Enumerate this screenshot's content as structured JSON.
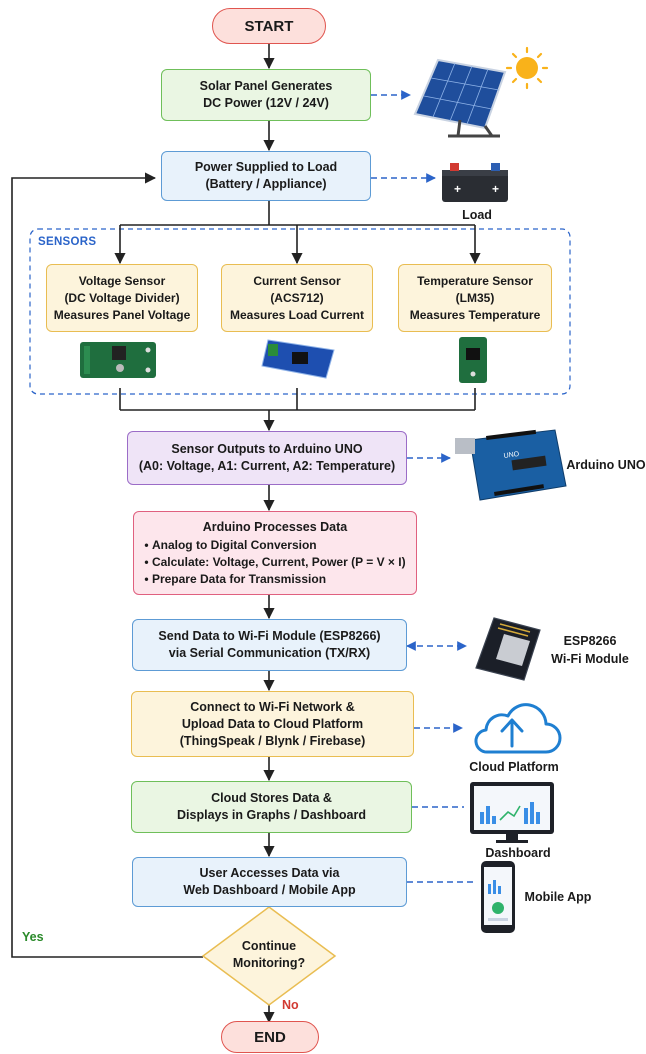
{
  "flow": {
    "start": "START",
    "end": "END",
    "solar": [
      "Solar Panel Generates",
      "DC Power (12V / 24V)"
    ],
    "power": [
      "Power Supplied to Load",
      "(Battery / Appliance)"
    ],
    "sensors_title": "SENSORS",
    "voltage": [
      "Voltage Sensor",
      "(DC Voltage Divider)",
      "Measures Panel Voltage"
    ],
    "current": [
      "Current Sensor",
      "(ACS712)",
      "Measures Load Current"
    ],
    "temperature": [
      "Temperature Sensor",
      "(LM35)",
      "Measures Temperature"
    ],
    "arduino_in": [
      "Sensor Outputs to Arduino UNO",
      "(A0: Voltage, A1: Current, A2: Temperature)"
    ],
    "process_title": "Arduino Processes Data",
    "process_items": [
      "Analog to Digital Conversion",
      "Calculate: Voltage, Current, Power (P = V × I)",
      "Prepare Data for Transmission"
    ],
    "wifi_send": [
      "Send Data to Wi-Fi Module (ESP8266)",
      "via Serial Communication (TX/RX)"
    ],
    "connect": [
      "Connect to Wi-Fi Network &",
      "Upload Data to Cloud Platform",
      "(ThingSpeak / Blynk / Firebase)"
    ],
    "cloud_store": [
      "Cloud Stores Data &",
      "Displays in Graphs / Dashboard"
    ],
    "user": [
      "User Accesses Data via",
      "Web Dashboard / Mobile App"
    ],
    "decision": [
      "Continue",
      "Monitoring?"
    ],
    "yes": "Yes",
    "no": "No"
  },
  "side_labels": {
    "load": "Load",
    "arduino": "Arduino UNO",
    "esp": [
      "ESP8266",
      "Wi-Fi Module"
    ],
    "cloud": "Cloud Platform",
    "dashboard": "Dashboard",
    "mobile": "Mobile App"
  },
  "colors": {
    "arrow": "#222222",
    "dashed": "#2b64c9",
    "terminal": "#e0554f",
    "decision_fill": "#fdf4dc",
    "decision_stroke": "#e9bd52"
  },
  "icons": [
    "sun-icon",
    "solar-panel-icon",
    "battery-icon",
    "voltage-sensor-board-icon",
    "current-sensor-board-icon",
    "temperature-sensor-board-icon",
    "arduino-board-icon",
    "esp8266-module-icon",
    "cloud-upload-icon",
    "dashboard-monitor-icon",
    "mobile-phone-icon"
  ]
}
